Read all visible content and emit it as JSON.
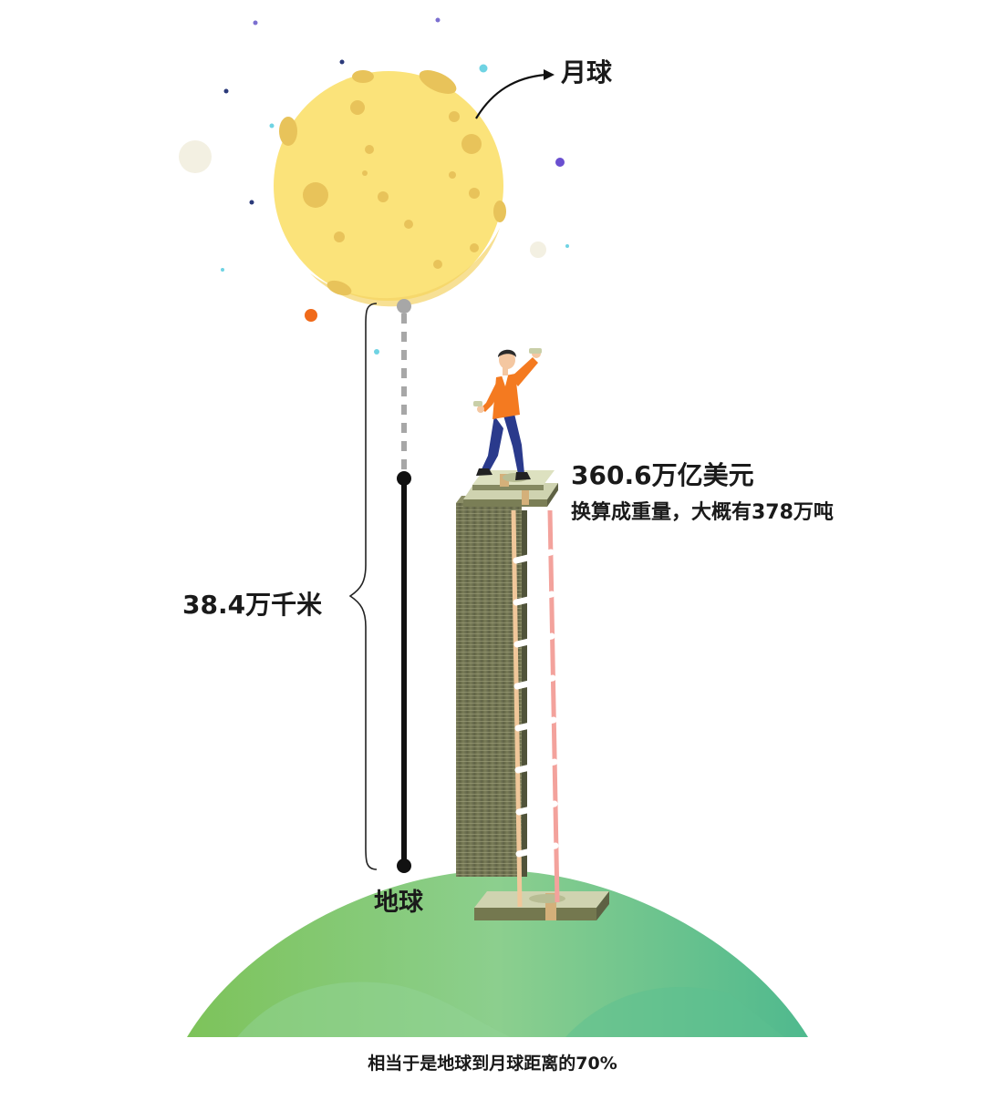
{
  "labels": {
    "moon": "月球",
    "distance": "38.4万千米",
    "earth": "地球",
    "money_amount": "360.6万亿美元",
    "weight_note": "换算成重量，大概有378万吨",
    "caption": "相当于是地球到月球距离的70%"
  },
  "colors": {
    "moon_fill": "#fbe37a",
    "moon_crater": "#e8c35a",
    "earth_left": "#7dc35a",
    "earth_mid": "#8ccf8e",
    "earth_right": "#4fb98e",
    "money_stack": "#6f7250",
    "ladder_rail_left": "#f0c79a",
    "ladder_rail_right": "#f3a29c",
    "shirt": "#f47a20",
    "pants": "#2a3a8c",
    "distance_line": "#111111",
    "dashed_line": "#a7a7a7"
  },
  "icons": [
    "moon-illustration",
    "earth-illustration",
    "money-stack-icon",
    "ladder-icon",
    "man-figure-icon",
    "star-dot-icon",
    "curved-arrow-icon"
  ]
}
